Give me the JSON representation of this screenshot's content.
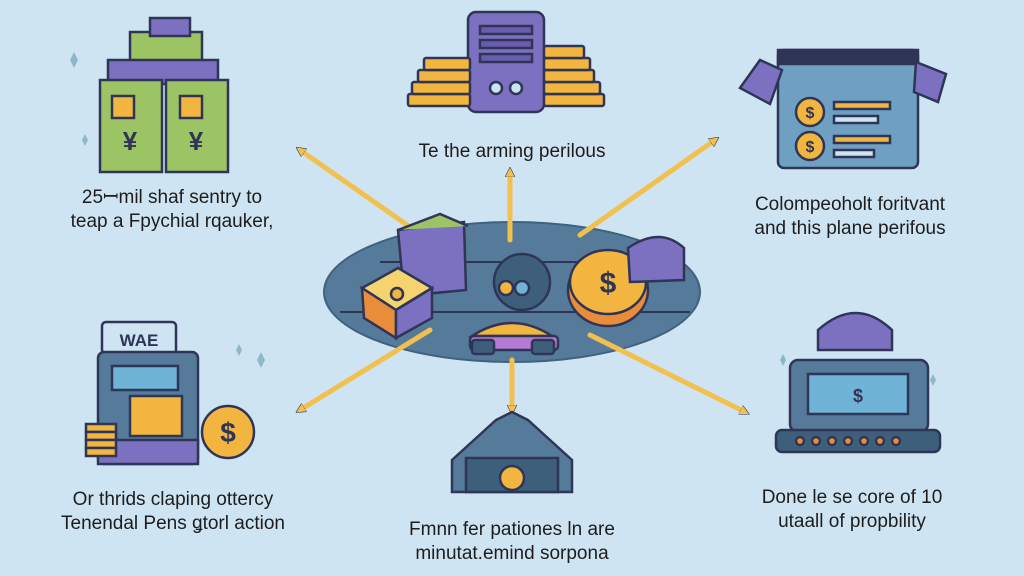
{
  "captions": {
    "top_center": {
      "line1": "Te the arming perilous"
    },
    "top_left": {
      "line1": "25ꟷmil shaf sentry to",
      "line2": "teap a Fpychial rqauker,"
    },
    "top_right": {
      "line1": "Colompeoholt foritvant",
      "line2": "and this plane perifous"
    },
    "bottom_left": {
      "line1": "Or thrids claping ottercy",
      "line2": "Tenendal Pens ǥtorl action"
    },
    "bottom_center": {
      "line1": "Fmnn fer pationes ln are",
      "line2": "minutat.emind sorpona"
    },
    "bottom_right": {
      "line1": "Done le se core of 10",
      "line2": "utaall of propbility"
    }
  },
  "labels": {
    "atm_sign": "WAE",
    "dollar": "$",
    "yen": "¥"
  },
  "colors": {
    "background": "#cfe4f2",
    "hub": "#567b9a",
    "arrow": "#f2c04e",
    "outline": "#2f3556",
    "purple": "#7c70c0",
    "green": "#9dc464",
    "gold": "#f2b640",
    "orange": "#e98d3b"
  }
}
